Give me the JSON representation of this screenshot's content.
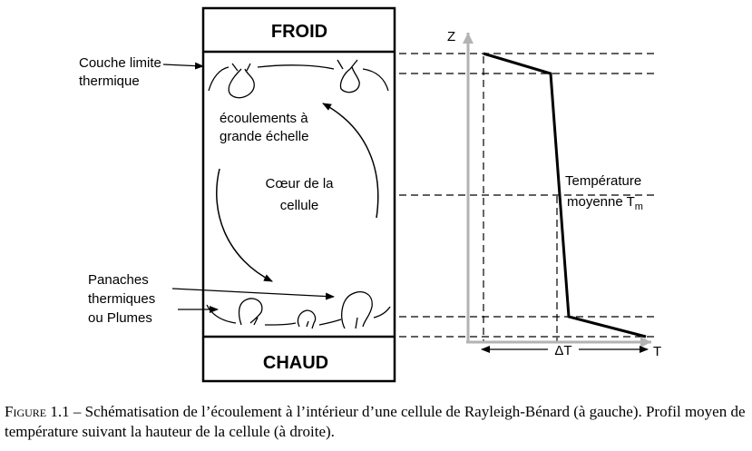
{
  "diagram": {
    "cell": {
      "top_label": "FROID",
      "bottom_label": "CHAUD",
      "flow_text_line1": "écoulements à",
      "flow_text_line2": "grande échelle",
      "core_text_line1": "Cœur de la",
      "core_text_line2": "cellule"
    },
    "left_labels": {
      "boundary_line1": "Couche limite",
      "boundary_line2": "thermique",
      "plumes_line1": "Panaches",
      "plumes_line2": "thermiques",
      "plumes_line3": "ou Plumes"
    },
    "profile": {
      "z_axis_label": "Z",
      "t_axis_label": "T",
      "delta_label": "ΔT",
      "temp_line1": "Température",
      "temp_line2_main": "moyenne T",
      "temp_line2_sub": "m"
    }
  },
  "caption": {
    "figure_label": "Figure 1.1",
    "text": " – Schématisation de l’écoulement à l’intérieur d’une cellule de Rayleigh-Bénard (à gauche). Profil moyen de température suivant la hauteur de la cellule (à droite)."
  },
  "colors": {
    "ink": "#000000",
    "axis": "#b3b3b3"
  }
}
